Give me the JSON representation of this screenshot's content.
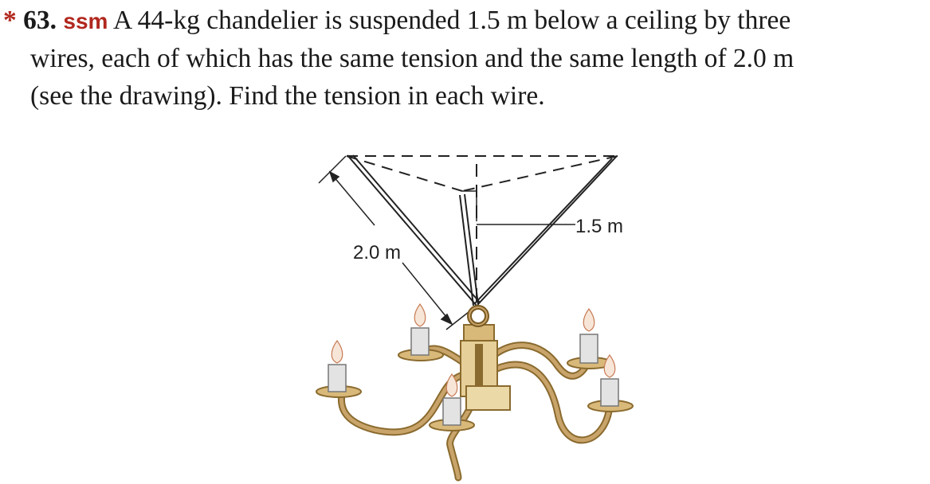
{
  "problem": {
    "star": "*",
    "number": "63.",
    "tag": "ssm",
    "line1_text": "A 44-kg chandelier is suspended 1.5 m below a ceiling by three",
    "line2": "wires, each of which has the same tension and the same length of 2.0 m",
    "line3": "(see the drawing). Find the tension in each wire."
  },
  "figure": {
    "wire_length_label": "2.0 m",
    "height_label": "1.5 m"
  },
  "colors": {
    "accent_red": "#b1271d",
    "brass": "#c9a46a",
    "brass_dark": "#8a6a2e",
    "candle": "#e3e3e3"
  }
}
